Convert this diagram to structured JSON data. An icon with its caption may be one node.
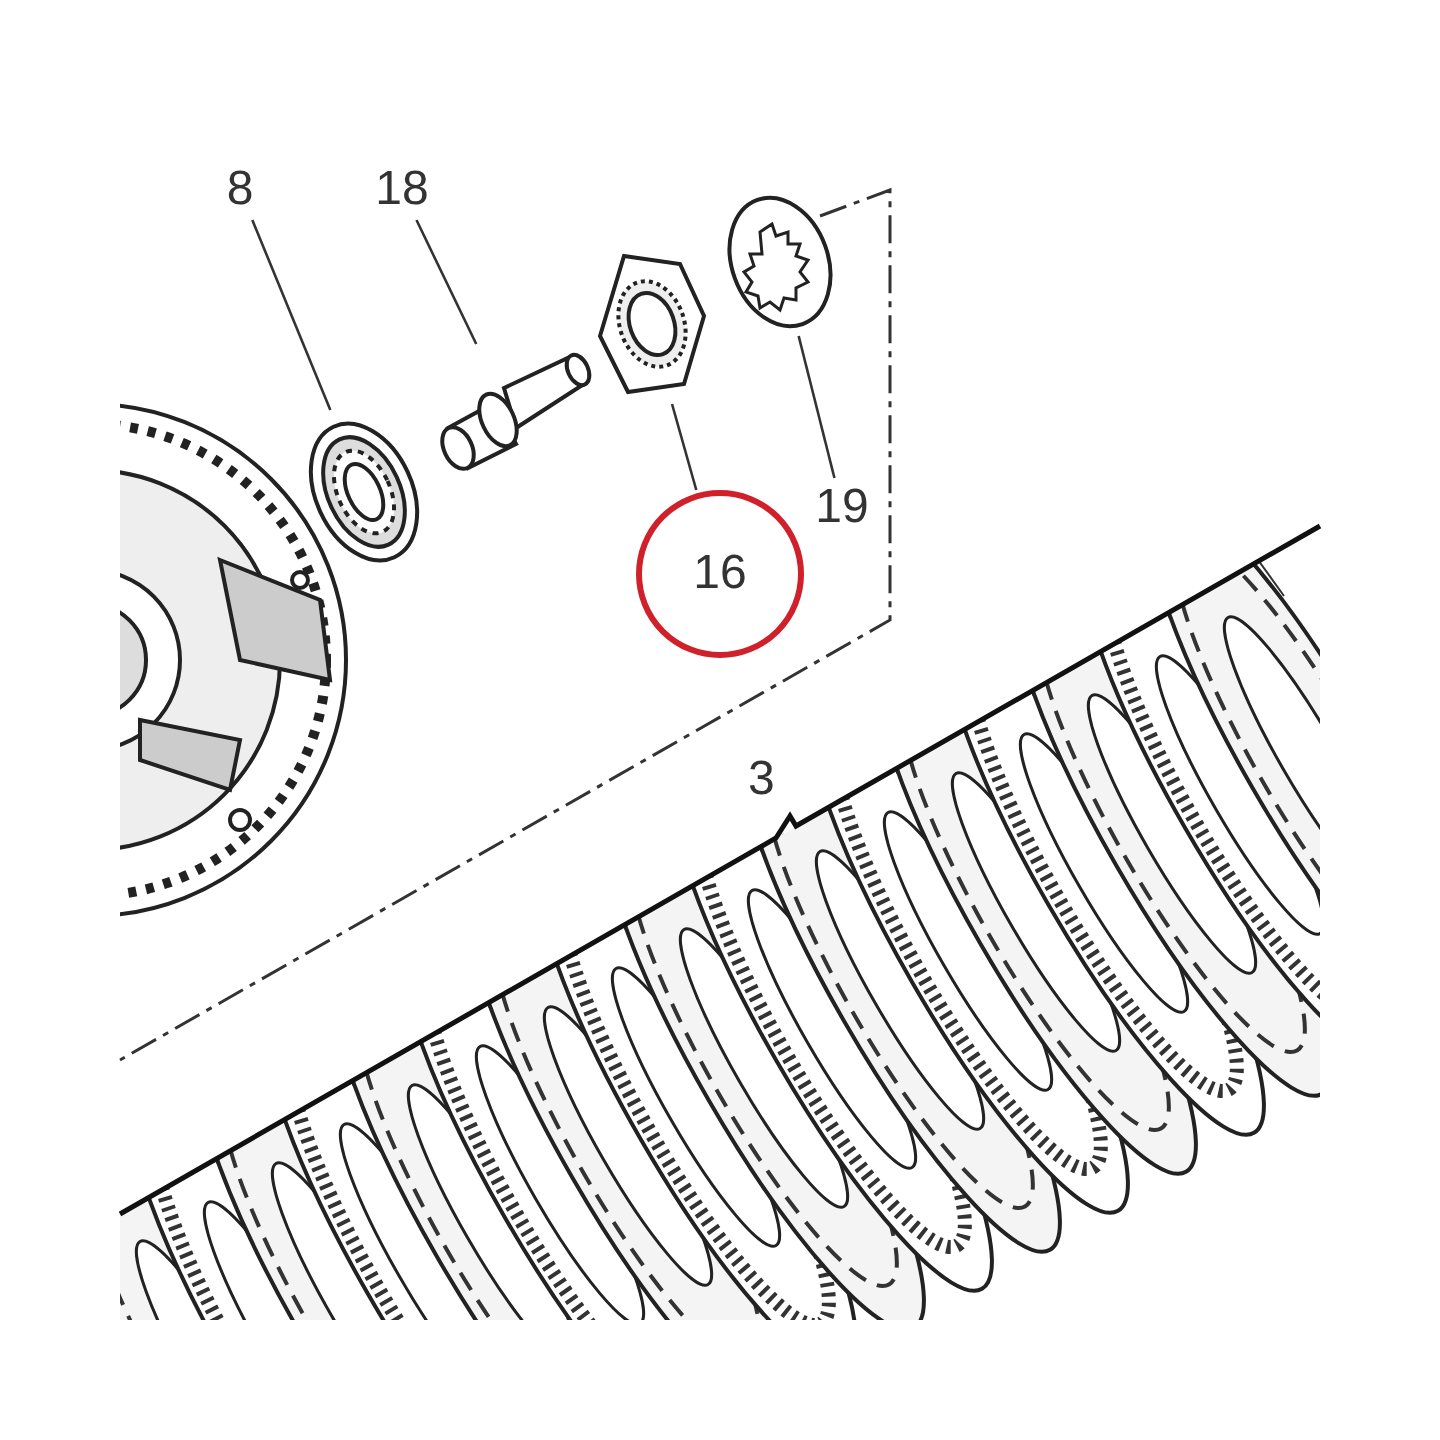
{
  "diagram": {
    "nodes": [
      {
        "text": [
          "8"
        ]
      },
      {
        "text": [],
        "shape": "picture"
      },
      {
        "text": [
          "18"
        ]
      },
      {
        "text": [],
        "shape": "picture"
      },
      {
        "text": [],
        "shape": "picture"
      },
      {
        "text": [
          "16"
        ]
      },
      {
        "text": [],
        "shape": "picture"
      },
      {
        "text": [
          "19"
        ]
      }
    ],
    "edges": [
      {
        "from": 0,
        "to": 1,
        "arrow": "none"
      },
      {
        "from": 2,
        "to": 3,
        "arrow": "none"
      },
      {
        "from": 5,
        "to": 4,
        "arrow": "none"
      },
      {
        "from": 7,
        "to": 6,
        "arrow": "none"
      }
    ],
    "labels": [
      "3"
    ]
  }
}
